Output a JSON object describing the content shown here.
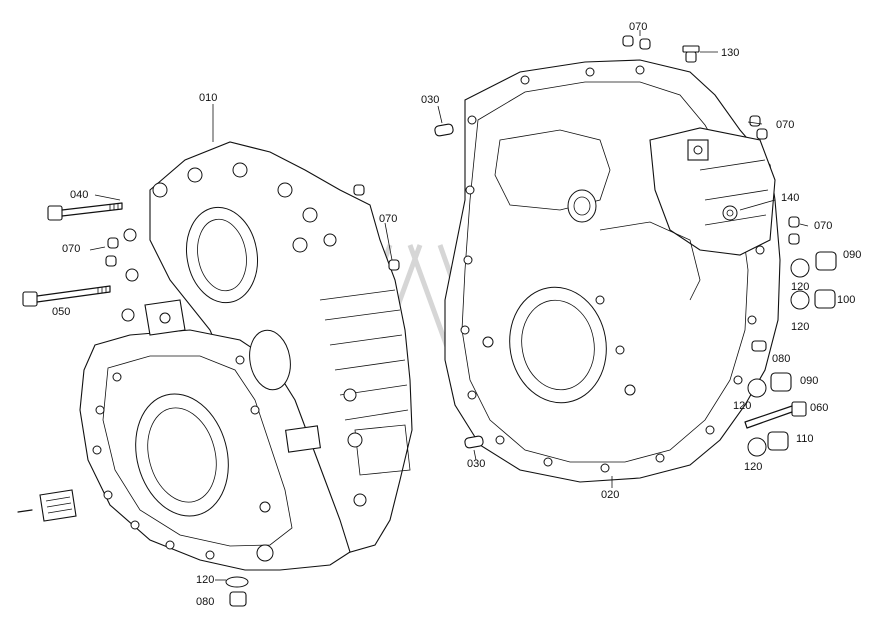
{
  "labels": {
    "p010": "010",
    "p020": "020",
    "p030_top": "030",
    "p030_bottom": "030",
    "p040": "040",
    "p050": "050",
    "p060": "060",
    "p070_left_a": "070",
    "p070_left_b": "070",
    "p070_top": "070",
    "p070_right_a": "070",
    "p070_right_b": "070",
    "p080_bottom": "080",
    "p080_right": "080",
    "p090_a": "090",
    "p090_b": "090",
    "p100": "100",
    "p110": "110",
    "p120_bottom": "120",
    "p120_r1": "120",
    "p120_r2": "120",
    "p120_r3": "120",
    "p120_r4": "120",
    "p130": "130",
    "p140": "140"
  }
}
